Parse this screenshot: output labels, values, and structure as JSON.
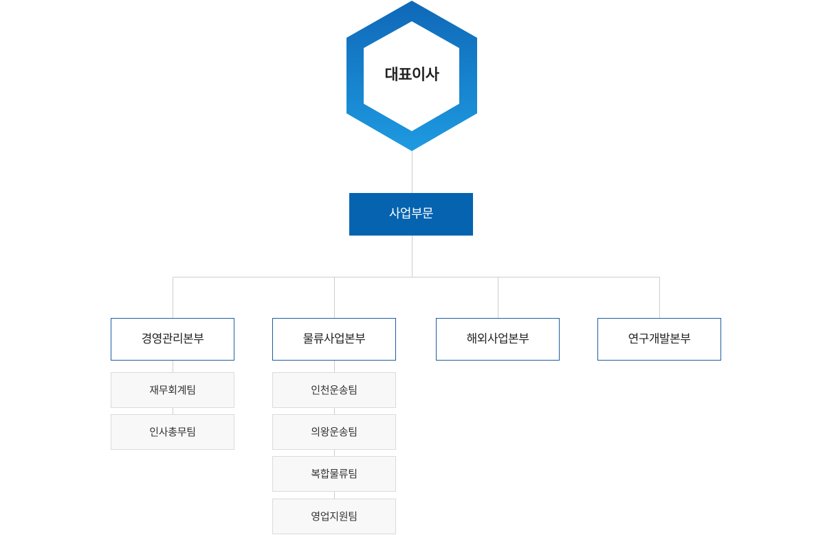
{
  "chart": {
    "ceo": "대표이사",
    "division": "사업부문",
    "headquarters": [
      {
        "name": "경영관리본부",
        "teams": [
          "재무회계팀",
          "인사총무팀"
        ]
      },
      {
        "name": "물류사업본부",
        "teams": [
          "인천운송팀",
          "의왕운송팀",
          "복합물류팀",
          "영업지원팀"
        ]
      },
      {
        "name": "해외사업본부",
        "teams": []
      },
      {
        "name": "연구개발본부",
        "teams": []
      }
    ]
  },
  "colors": {
    "hex_top": "#0f68b8",
    "hex_bottom": "#1e9ae0",
    "division_fill": "#0563b0",
    "hq_border": "#1a5aa0",
    "team_border": "#dadada",
    "team_fill": "#f8f8f8",
    "connector": "#cccccc"
  }
}
